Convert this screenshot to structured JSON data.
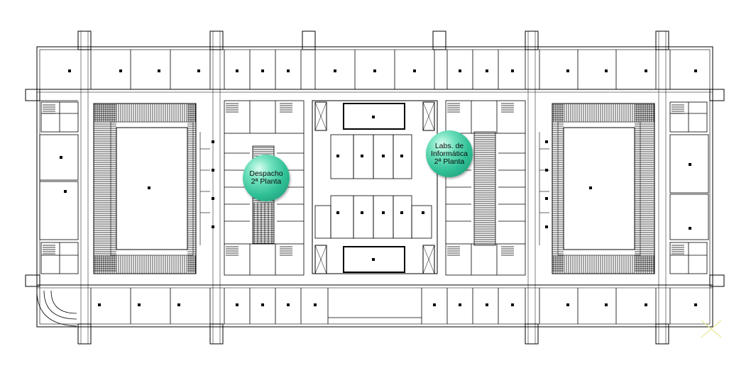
{
  "callouts": [
    {
      "id": "despacho",
      "lines": [
        "Despacho",
        "2ª Planta"
      ]
    },
    {
      "id": "labs",
      "lines": [
        "Labs. de",
        "Informática",
        "2ª Planta"
      ]
    }
  ],
  "colors": {
    "lines": "#000000",
    "background": "#ffffff",
    "callout_fill": "#2fbf96",
    "accent_mark": "#e8e89a"
  },
  "icons": [
    "callout-bubble",
    "corner-cross-mark"
  ]
}
